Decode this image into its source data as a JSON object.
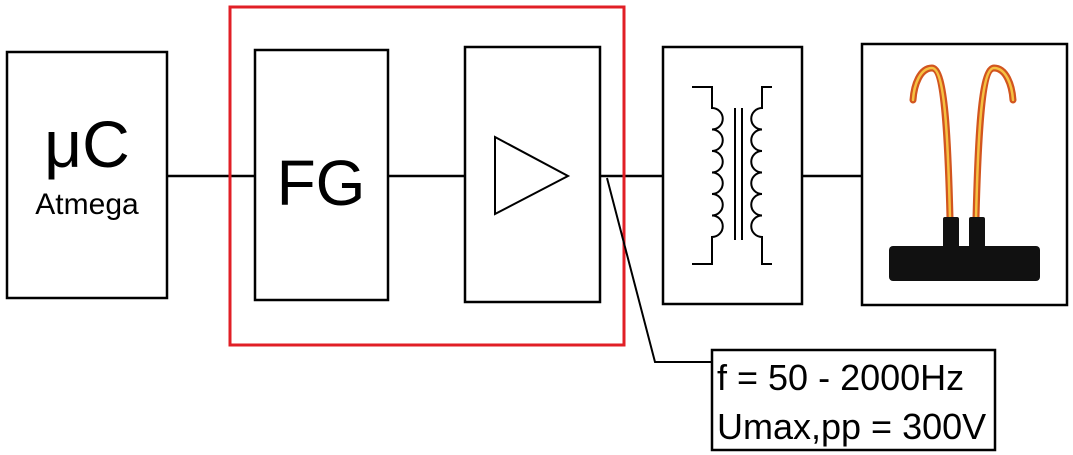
{
  "blocks": {
    "microcontroller": {
      "symbol": "μC",
      "label": "Atmega"
    },
    "function_generator": {
      "label": "FG"
    }
  },
  "annotation": {
    "line1": "f = 50 - 2000Hz",
    "line2": "Umax,pp = 300V"
  },
  "icons": {
    "amplifier": "amplifier-triangle-icon",
    "transformer": "transformer-icon",
    "plasma": "plasma-arc-electrode-icon"
  },
  "colors": {
    "highlight_frame": "#e11f26",
    "arc_outer": "#d2551f",
    "arc_inner": "#f5c242",
    "electrode": "#111111"
  }
}
